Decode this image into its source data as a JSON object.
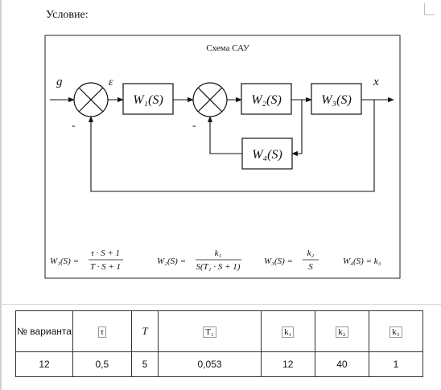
{
  "heading": "Условие:",
  "scheme_title": "Схема САУ",
  "signals": {
    "input": "g",
    "error": "ε",
    "output": "x",
    "minus1": "-",
    "minus2": "-"
  },
  "blocks": {
    "w1": "W₁(S)",
    "w2": "W₂(S)",
    "w3": "W₃(S)",
    "w4": "W₄(S)"
  },
  "formulas": {
    "w1_lhs": "W₁(S) =",
    "w1_num": "τ · S + 1",
    "w1_den": "T · S + 1",
    "w2_lhs": "W₂(S) =",
    "w2_num": "k₁",
    "w2_den": "S(T₁ · S + 1)",
    "w3_lhs": "W₃(S) =",
    "w3_num": "k₂",
    "w3_den": "S",
    "w4": "W₄(S) = k₃"
  },
  "table": {
    "headers": [
      "№ варианта",
      "τ",
      "T",
      "T₁",
      "k₁",
      "k₂",
      "k₃"
    ],
    "rows": [
      [
        "12",
        "0,5",
        "5",
        "0,053",
        "12",
        "40",
        "1"
      ]
    ]
  }
}
